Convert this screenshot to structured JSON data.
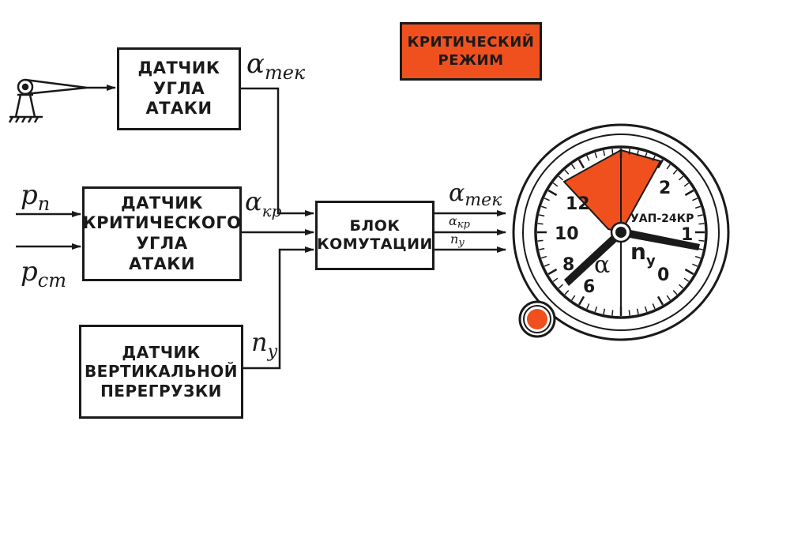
{
  "blocks": {
    "aoa_sensor": "ДАТЧИК\nУГЛА\nАТАКИ",
    "critical_aoa_sensor": "ДАТЧИК\nКРИТИЧЕСКОГО\nУГЛА\nАТАКИ",
    "vertical_load_sensor": "ДАТЧИК\nВЕРТИКАЛЬНОЙ\nПЕРЕГРУЗКИ",
    "switching_unit": "БЛОК\nКОМУТАЦИИ",
    "critical_mode": "КРИТИЧЕСКИЙ\nРЕЖИМ"
  },
  "signals": {
    "alpha_cur_base": "α",
    "alpha_cur_sub": "тек",
    "alpha_cr_base": "α",
    "alpha_cr_sub": "кр",
    "ny_base": "n",
    "ny_sub": "y",
    "p_full_base": "p",
    "p_full_sub": "п",
    "p_static_base": "p",
    "p_static_sub": "ст"
  },
  "gauge": {
    "model": "УАП-24КР",
    "alpha_symbol": "α",
    "ny_base": "n",
    "ny_sub": "y",
    "alpha_scale": [
      "12",
      "10",
      "8",
      "6"
    ],
    "ny_scale": [
      "2",
      "1",
      "0"
    ],
    "critical_color": "#f0501e"
  },
  "colors": {
    "line": "#1a1a1a",
    "accent": "#f0501e"
  }
}
